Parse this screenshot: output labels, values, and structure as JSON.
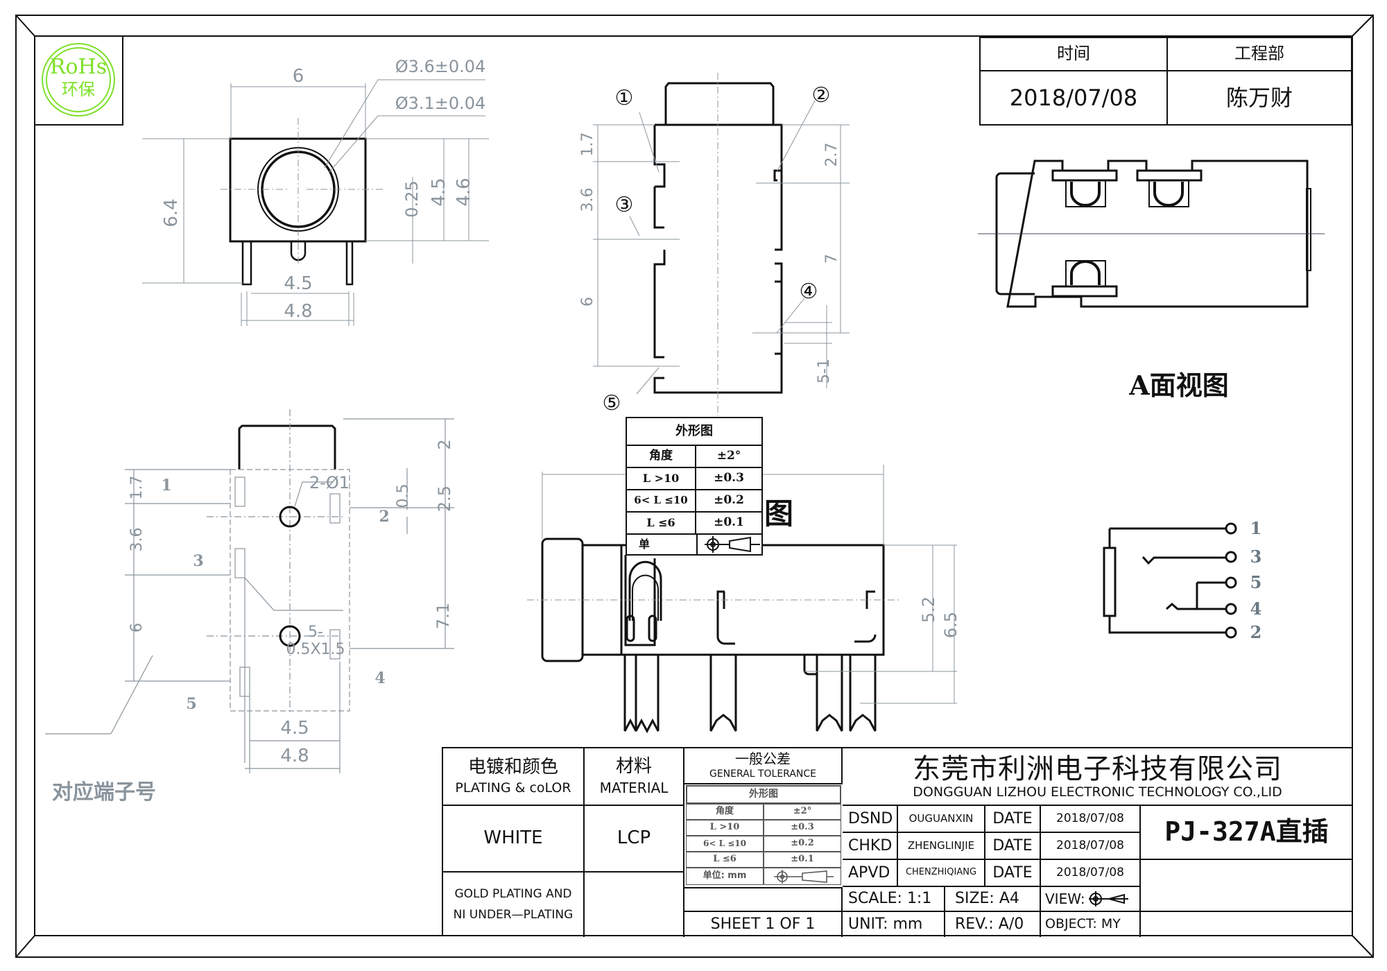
{
  "rohs_logo": {
    "line1": "RoHs",
    "line2": "环保",
    "color": "#7ee02a"
  },
  "header_table": {
    "col1_header": "时间",
    "col2_header": "工程部",
    "col1_value": "2018/07/08",
    "col2_value": "陈万财"
  },
  "front_view": {
    "dims": [
      "6",
      "Ø3.6±0.04",
      "Ø3.1±0.04",
      "6.4",
      "0.25",
      "4.5",
      "4.6",
      "4.5",
      "4.8"
    ]
  },
  "side_view_top": {
    "pin_markers": [
      "①",
      "②",
      "③",
      "④",
      "⑤"
    ],
    "dims": [
      "1.7",
      "3.6",
      "6",
      "2.7",
      "7",
      "5-1"
    ]
  },
  "a_view": {
    "caption": "A面视图"
  },
  "schematic": {
    "pin_labels": [
      "1",
      "3",
      "5",
      "4",
      "2"
    ]
  },
  "footprint_view": {
    "dims": [
      "1.7",
      "3.6",
      "6",
      "2",
      "2.5",
      "0.5",
      "7.1",
      "4.5",
      "4.8"
    ],
    "hole_note": "2-Ø1",
    "slot_note": "5-0.5X1.5",
    "pin_numbers": [
      "1",
      "2",
      "3",
      "4",
      "5"
    ],
    "legend": "对应端子号"
  },
  "side_view_bottom": {
    "dims": [
      "5.2",
      "6.5"
    ],
    "caption_fragment": "图"
  },
  "tolerance_overlay": {
    "title": "外形图",
    "rows": [
      {
        "label": "角度",
        "value": "±2°"
      },
      {
        "label": "L >10",
        "value": "±0.3"
      },
      {
        "label": "6< L ≤10",
        "value": "±0.2"
      },
      {
        "label": "L ≤6",
        "value": "±0.1"
      }
    ],
    "unit_label": "单"
  },
  "title_block": {
    "plating_header_cn": "电镀和颜色",
    "plating_header_en": "PLATING & coLOR",
    "material_header_cn": "材料",
    "material_header_en": "MATERIAL",
    "color_value": "WHITE",
    "material_value": "LCP",
    "plating_value_line1": "GOLD PLATING AND",
    "plating_value_line2": "NI UNDER—PLATING",
    "tolerance_header_cn": "一般公差",
    "tolerance_header_en": "GENERAL TOLERANCE",
    "tolerance_table": {
      "title": "外形图",
      "rows": [
        {
          "label": "角度",
          "value": "±2°"
        },
        {
          "label": "L >10",
          "value": "±0.3"
        },
        {
          "label": "6< L ≤10",
          "value": "±0.2"
        },
        {
          "label": "L ≤6",
          "value": "±0.1"
        }
      ],
      "unit": "单位: mm"
    },
    "sheet": "SHEET 1 OF 1",
    "company_cn": "东莞市利洲电子科技有限公司",
    "company_en": "DONGGUAN LIZHOU ELECTRONIC TECHNOLOGY CO.,LID",
    "signoffs": [
      {
        "role": "DSND",
        "name": "OUGUANXIN",
        "date_label": "DATE",
        "date": "2018/07/08"
      },
      {
        "role": "CHKD",
        "name": "ZHENGLINJIE",
        "date_label": "DATE",
        "date": "2018/07/08"
      },
      {
        "role": "APVD",
        "name": "CHENZHIQIANG",
        "date_label": "DATE",
        "date": "2018/07/08"
      }
    ],
    "scale": "SCALE: 1:1",
    "size": "SIZE: A4",
    "view": "VIEW:",
    "unit": "UNIT: mm",
    "rev": "REV.: A/0",
    "object": "OBJECT: MY",
    "part_number": "PJ-327A直插"
  }
}
